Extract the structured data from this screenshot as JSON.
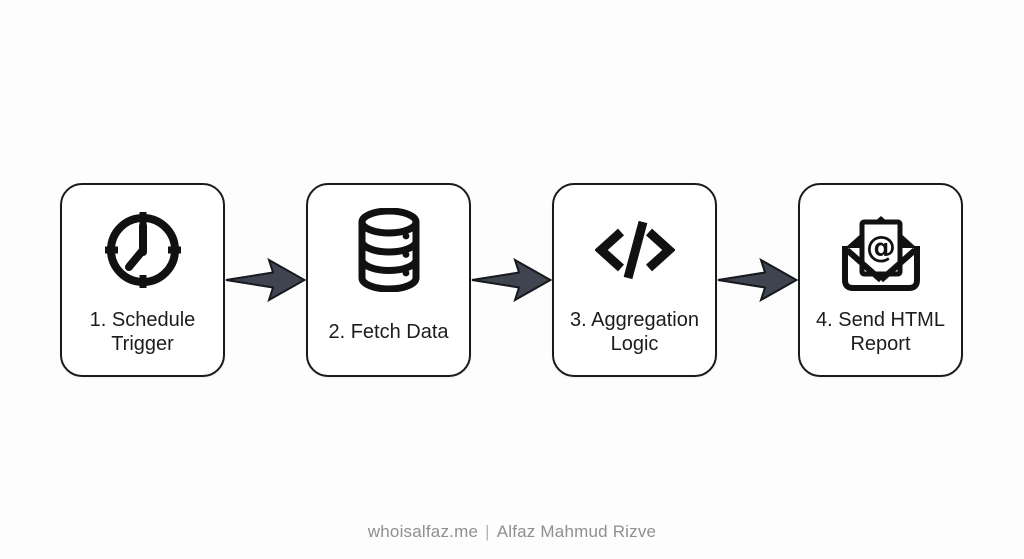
{
  "diagram": {
    "steps": [
      {
        "name": "1. Schedule Trigger",
        "icon": "clock-icon",
        "lines": [
          "1. Schedule",
          "Trigger"
        ]
      },
      {
        "name": "2. Fetch Data",
        "icon": "database-icon",
        "lines": [
          "2. Fetch Data"
        ]
      },
      {
        "name": "3. Aggregation Logic",
        "icon": "code-icon",
        "lines": [
          "3. Aggregation",
          "Logic"
        ]
      },
      {
        "name": "4. Send HTML Report",
        "icon": "email-icon",
        "lines": [
          "4. Send HTML",
          "Report"
        ]
      }
    ],
    "icons": {
      "email_at_glyph": "@"
    },
    "colors": {
      "background": "#fdfdfd",
      "card_fill": "#ffffff",
      "card_border": "#1a1a1a",
      "icon": "#111111",
      "label_text": "#1c1c1c",
      "arrow_fill": "#3f4450",
      "arrow_outline": "#16191e",
      "footer_text": "#8f8f8f",
      "footer_separator": "#b5b5b5"
    }
  },
  "footer": {
    "site": "whoisalfaz.me",
    "separator": "|",
    "author": "Alfaz Mahmud Rizve"
  }
}
